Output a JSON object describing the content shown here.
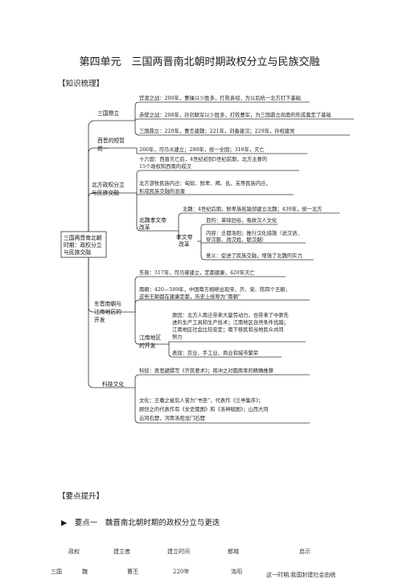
{
  "title": "第四单元　三国两晋南北朝时期政权分立与民族交融",
  "knowledge_label": "【知识梳理】",
  "key_points_label": "【要点提升】",
  "point1": "▶　要点一　魏晋南北朝时期的政权分立与更迭",
  "mindmap": {
    "root": [
      "三国两晋南北朝",
      "时期：政权分立",
      "与民族交融"
    ],
    "b1": "三国鼎立",
    "b1_leaves": [
      "官渡之战：200年，曹操以少胜多，打败袁绍，为以后统一北方打下基础",
      "赤壁之战：208年，孙刘联军以少胜多，打败曹军，为三国鼎立局面的形成奠定了基础",
      "三国鼎立：220年，曹丕建魏；221年，刘备建汉；229年，孙权建吴"
    ],
    "b2": [
      "西晋的短暂",
      "统一"
    ],
    "b2_leaf": "266年，司马炎建立；280年，统一全国；316年，灭亡",
    "b3": [
      "北方政权分立",
      "与民族交融"
    ],
    "b3_leaf1": [
      "十六国：西晋灭亡后，4世纪初到5世纪前期，北方主要的",
      "15个政权和西南的成汉"
    ],
    "b3_leaf2": [
      "北方游牧民族内迁：匈奴、鲜卑、羯、氐、羌等民族内迁，",
      "形成民族交融的浪潮"
    ],
    "b3_sub": [
      "北魏孝文帝",
      "改革"
    ],
    "b3_beiwei": "北魏：4世纪后期，鲜卑族拓跋部建立北魏；439年，统一北方",
    "b3_xw": [
      "孝文帝",
      "改革"
    ],
    "b3_mudi": "目的：革除旧俗，吸收汉人文化",
    "b3_neirong": [
      "内容：迁都洛阳；推行汉化措施（说汉语、",
      "穿汉服、改汉姓、联汉姻）"
    ],
    "b3_yiyi": "意义：促进了民族交融，增强了北魏的实力",
    "b4": [
      "东晋南朝与",
      "江南地区的",
      "开发"
    ],
    "b4_dj": "东晋：317年，司马睿建立，定都建康，420年灭亡",
    "b4_nc": [
      "南朝：420—589年，中国南方相继出现宋、齐、梁、陈四个王朝，",
      "这些王朝都在建康定都，历史上统称为“南朝”"
    ],
    "b4_sub": [
      "江南地区",
      "的开发"
    ],
    "b4_yy": [
      "原因：北方人南迁带来大量劳动力，也带来了中原先",
      "进的生产工具和生产技术；江南地区自然条件优越；",
      "江南地区社会比较安定；南下移民和当地民众共同",
      "努力"
    ],
    "b4_bx": "表现：农业、手工业、商业和城市繁荣",
    "b5": "科技文化",
    "b5_kj": "科技：贾思勰撰写《齐民要术》；祖冲之对圆周率的精确推算",
    "b5_wh": [
      "文化：王羲之被后人誉为“书圣”，代表作《兰亭集序》；",
      "顾恺之的代表作有《女史箴图》和《洛神赋图》；山西大同",
      "云冈石窟，河南洛阳龙门石窟"
    ]
  },
  "table": {
    "headers": [
      "政权",
      "建立者",
      "建立时间",
      "都城",
      "启示"
    ],
    "row1": {
      "dynasty": "三国",
      "state": "魏",
      "founder": "曹丕",
      "time": "220年",
      "capital": "洛阳",
      "insight": "这一时期,我国封建社会由统"
    }
  }
}
